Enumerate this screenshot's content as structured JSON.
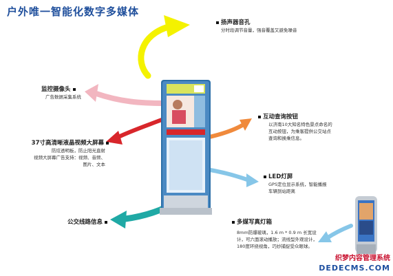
{
  "title": "户外唯一智能化数字多媒体",
  "features": {
    "speaker": {
      "name": "扬声器音孔",
      "desc": "分时段调节音量，强音覆盖又避免噪音"
    },
    "camera": {
      "name": "监控摄像头",
      "desc": "广告数据采集系统"
    },
    "button": {
      "name": "互动查询按钮",
      "desc": [
        "以济南10大知名特色景点命名的",
        "互动按钮，为乘客提供公交站点",
        "查询和换乘信息。"
      ]
    },
    "screen": {
      "name": "37寸高清晰液晶视频大屏幕",
      "desc": [
        "防炫透明板，防止阳光直射",
        "视频大屏幕广告支持：视频、音频、",
        "图片、文本"
      ]
    },
    "led": {
      "name": "LED灯屏",
      "desc": [
        "GPS定位显示系统，智能播报",
        "车辆到站距离"
      ]
    },
    "route": {
      "name": "公交线路信息"
    },
    "lightbox": {
      "name": "多媒写真灯箱",
      "desc": [
        "8mm防爆玻璃，1.6 m * 0.9 m 长宽设",
        "计，可六面滚动播放；流线型外观设计，",
        "180度环绕视角，巧妙捕捉受众眼球。"
      ]
    }
  },
  "watermark": {
    "cn": "织梦内容管理系统",
    "url": "DEDECMS.COM"
  },
  "colors": {
    "title": "#1f4f9c",
    "yellow": "#f4f200",
    "pink": "#f2b6c0",
    "red": "#d8262b",
    "orange": "#f08a3c",
    "lightblue": "#86c6e8",
    "teal": "#1fa9a5"
  }
}
